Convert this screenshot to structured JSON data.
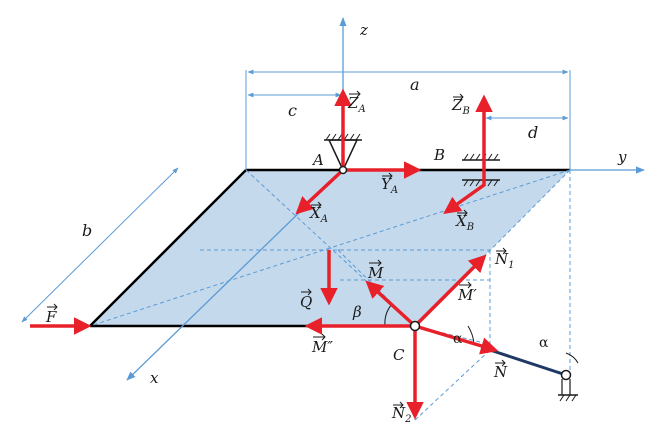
{
  "axes": {
    "x": "x",
    "y": "y",
    "z": "z"
  },
  "dimensions": {
    "a": "a",
    "b": "b",
    "c": "c",
    "d": "d"
  },
  "points": {
    "A": "A",
    "B": "B",
    "C": "C"
  },
  "forces": {
    "F": "F",
    "Q": "Q",
    "M": "M",
    "M_prime": "M′",
    "M_double": "M″",
    "ZA": "Z",
    "ZA_sub": "A",
    "YA": "Y",
    "YA_sub": "A",
    "XA": "X",
    "XA_sub": "A",
    "ZB": "Z",
    "ZB_sub": "B",
    "XB": "X",
    "XB_sub": "B",
    "N": "N",
    "N1": "N",
    "N1_sub": "1",
    "N2": "N",
    "N2_sub": "2"
  },
  "angles": {
    "beta": "β",
    "alpha_1": "α",
    "alpha_2": "α"
  },
  "colors": {
    "plate_fill": "#c5d9ec",
    "plate_edge": "#000000",
    "axis_blue": "#5b9bd5",
    "force_red": "#e8202a",
    "rod_navy": "#1f3864"
  }
}
